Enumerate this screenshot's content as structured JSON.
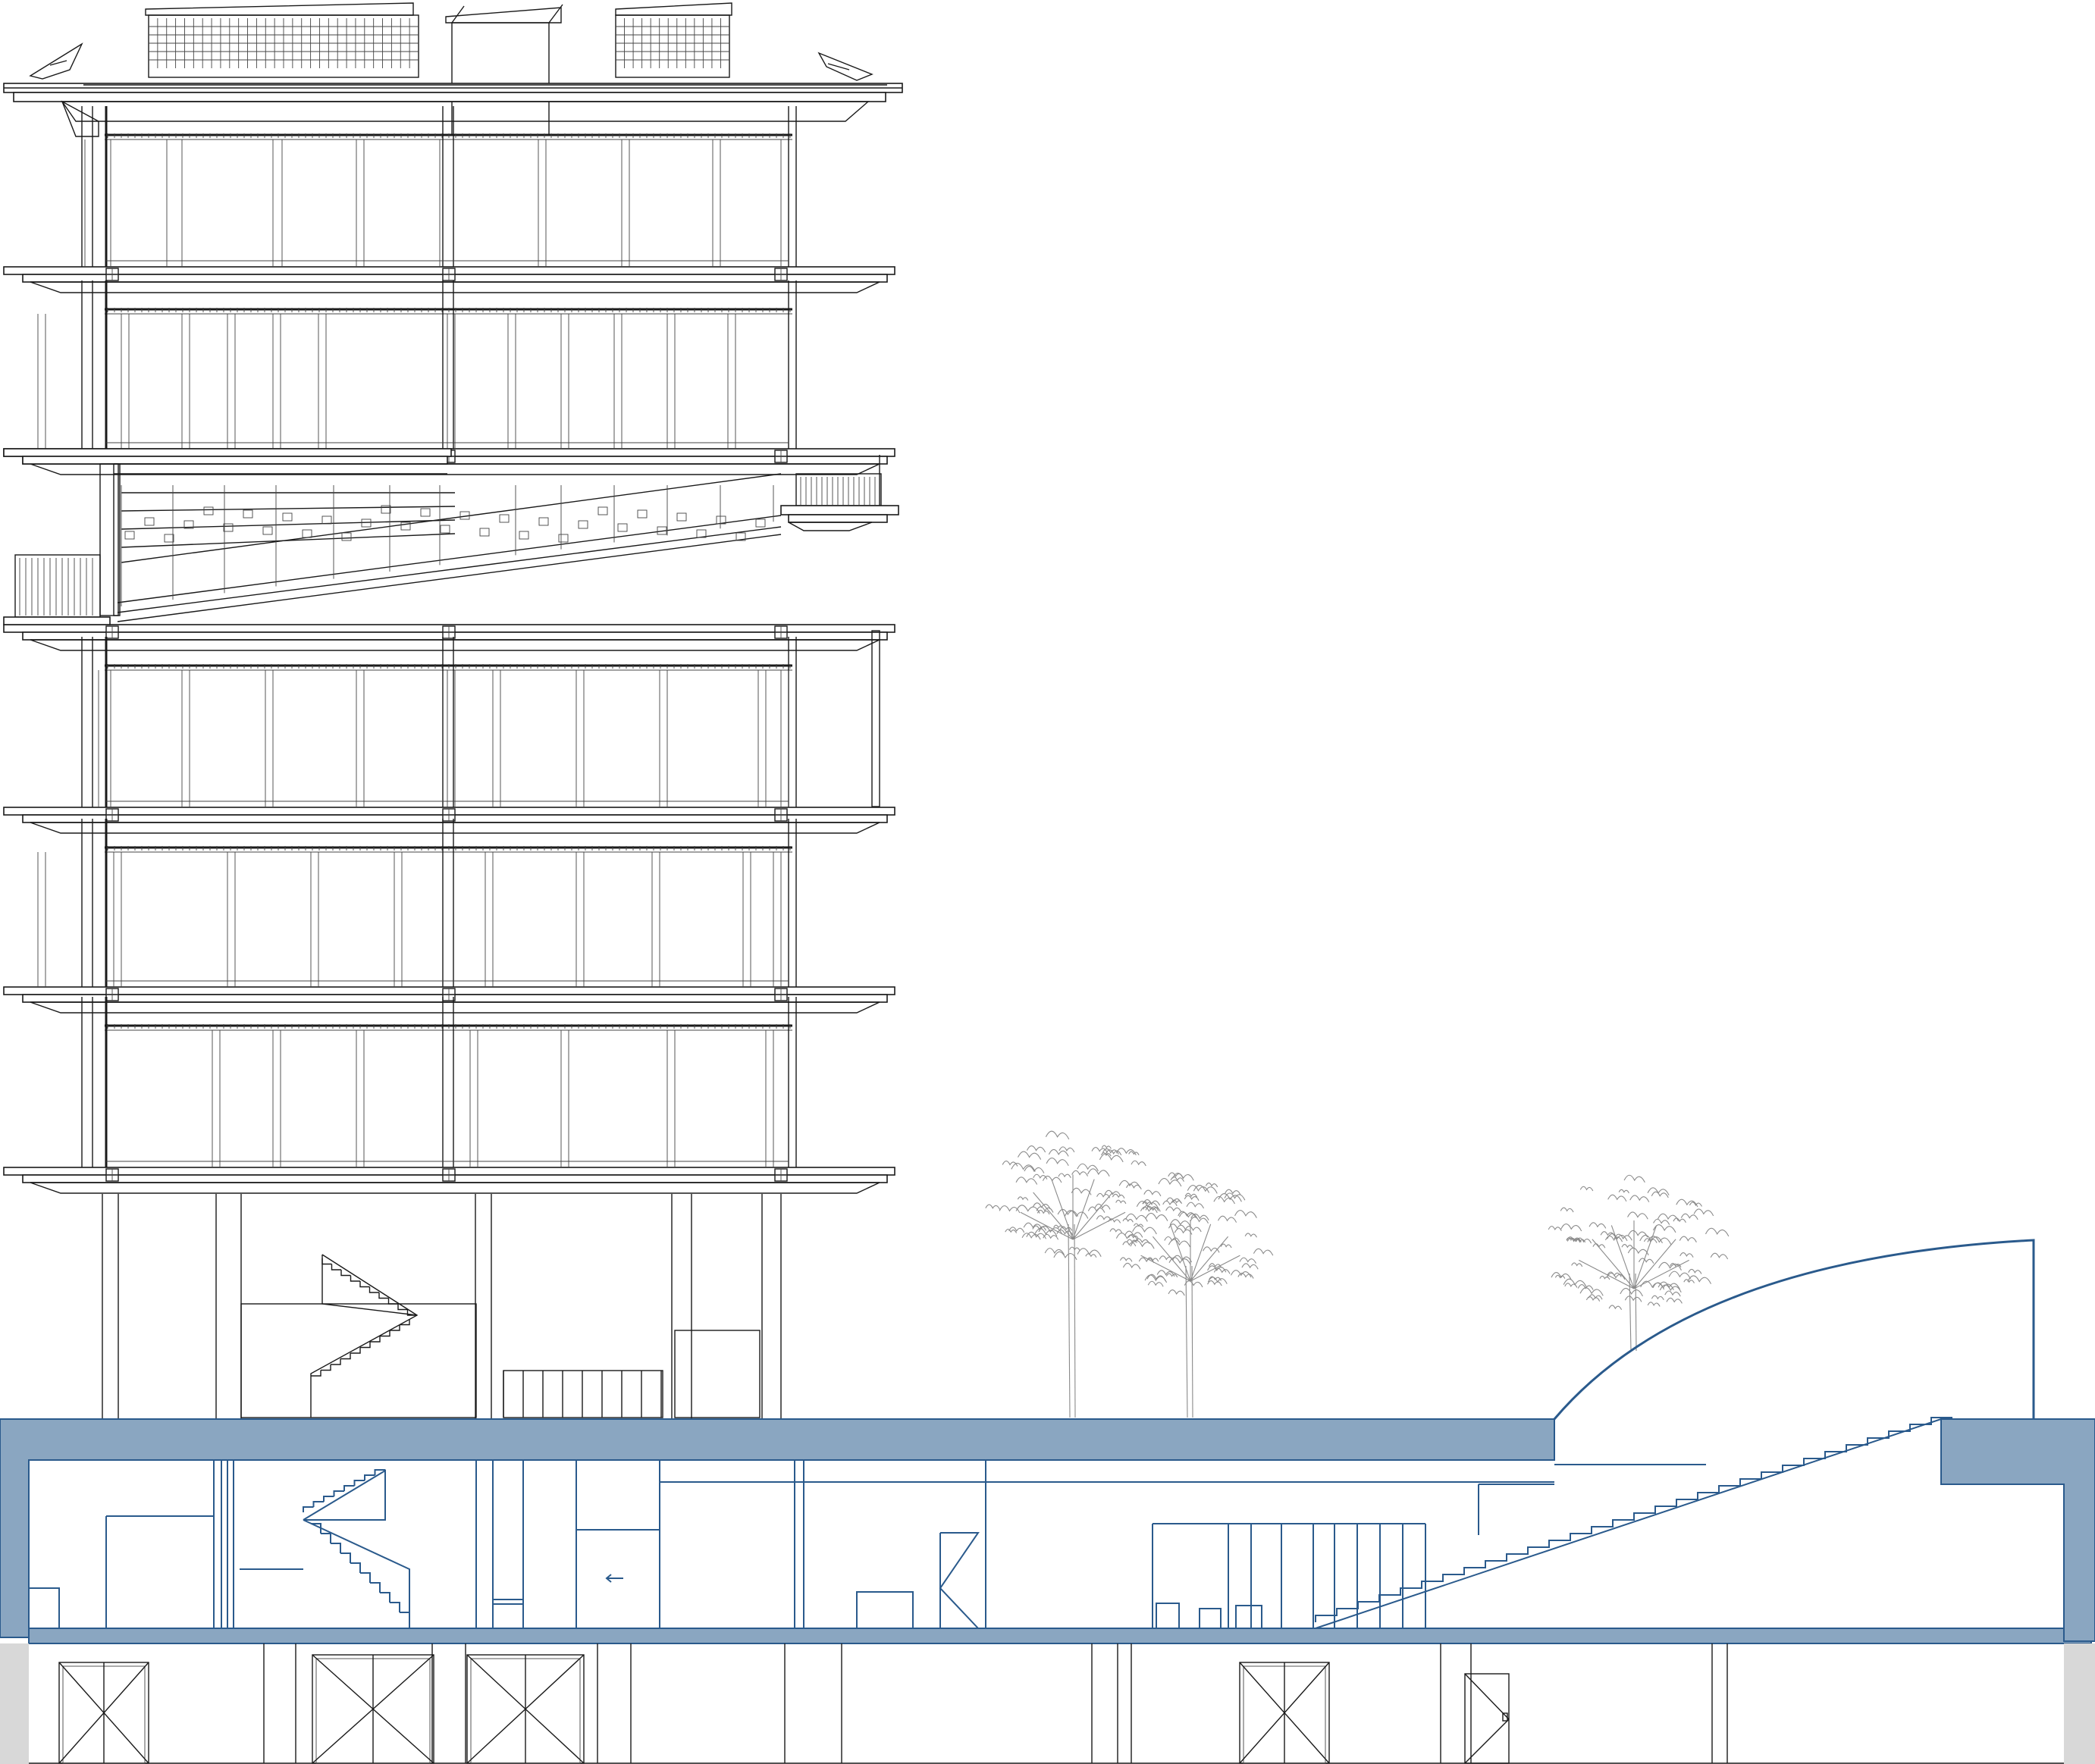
{
  "drawing": {
    "kind": "architectural-section",
    "colors": {
      "line": "#1a1a1a",
      "basement_fill": "#8aa6c1",
      "basement_line": "#2a5a8c",
      "ground": "#d8d8d8",
      "tree": "#8a8a8a",
      "background": "#ffffff"
    },
    "elements": {
      "tower_floors": 5,
      "roof_skylights": 2,
      "trees": 3,
      "lower_doors": 5
    }
  }
}
